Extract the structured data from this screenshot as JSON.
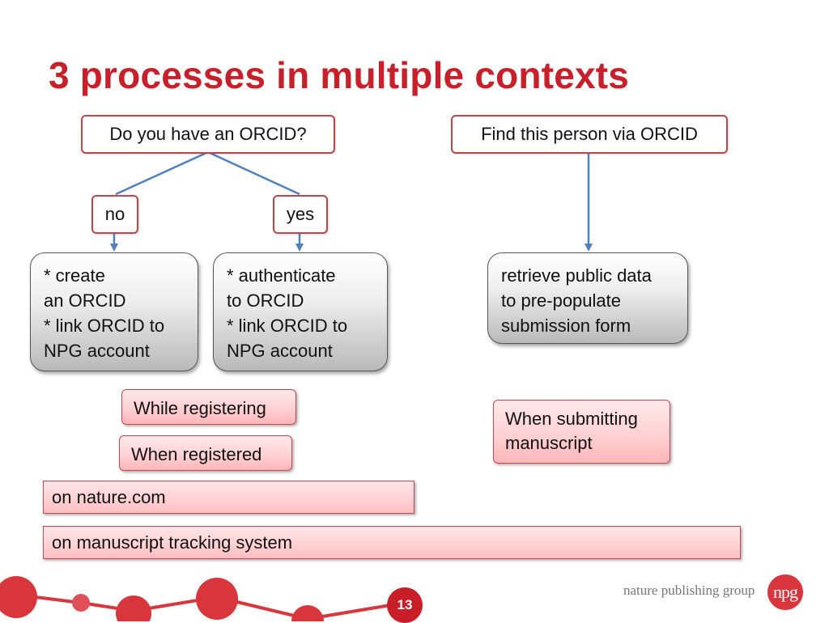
{
  "slide": {
    "title": "3 processes in multiple contexts",
    "page_number": "13"
  },
  "flow": {
    "question": "Do you have an ORCID?",
    "lookup": "Find this person via ORCID",
    "no": "no",
    "yes": "yes",
    "no_action": "* create\nan ORCID\n* link ORCID to\nNPG account",
    "yes_action": "* authenticate\nto ORCID\n* link ORCID to\nNPG account",
    "lookup_action": "retrieve public data\nto pre-populate\nsubmission form"
  },
  "contexts": {
    "while_registering": "While registering",
    "when_registered": "When registered",
    "when_submitting": "When submitting\nmanuscript",
    "nature_com": "on nature.com",
    "tracking_system": "on manuscript tracking system"
  },
  "footer": {
    "publisher": "nature publishing group",
    "logo_text": "npg"
  },
  "colors": {
    "title": "#c8202a",
    "connector": "#4f81bd",
    "outline": "#c0454b",
    "decoration": "#d9353d"
  }
}
